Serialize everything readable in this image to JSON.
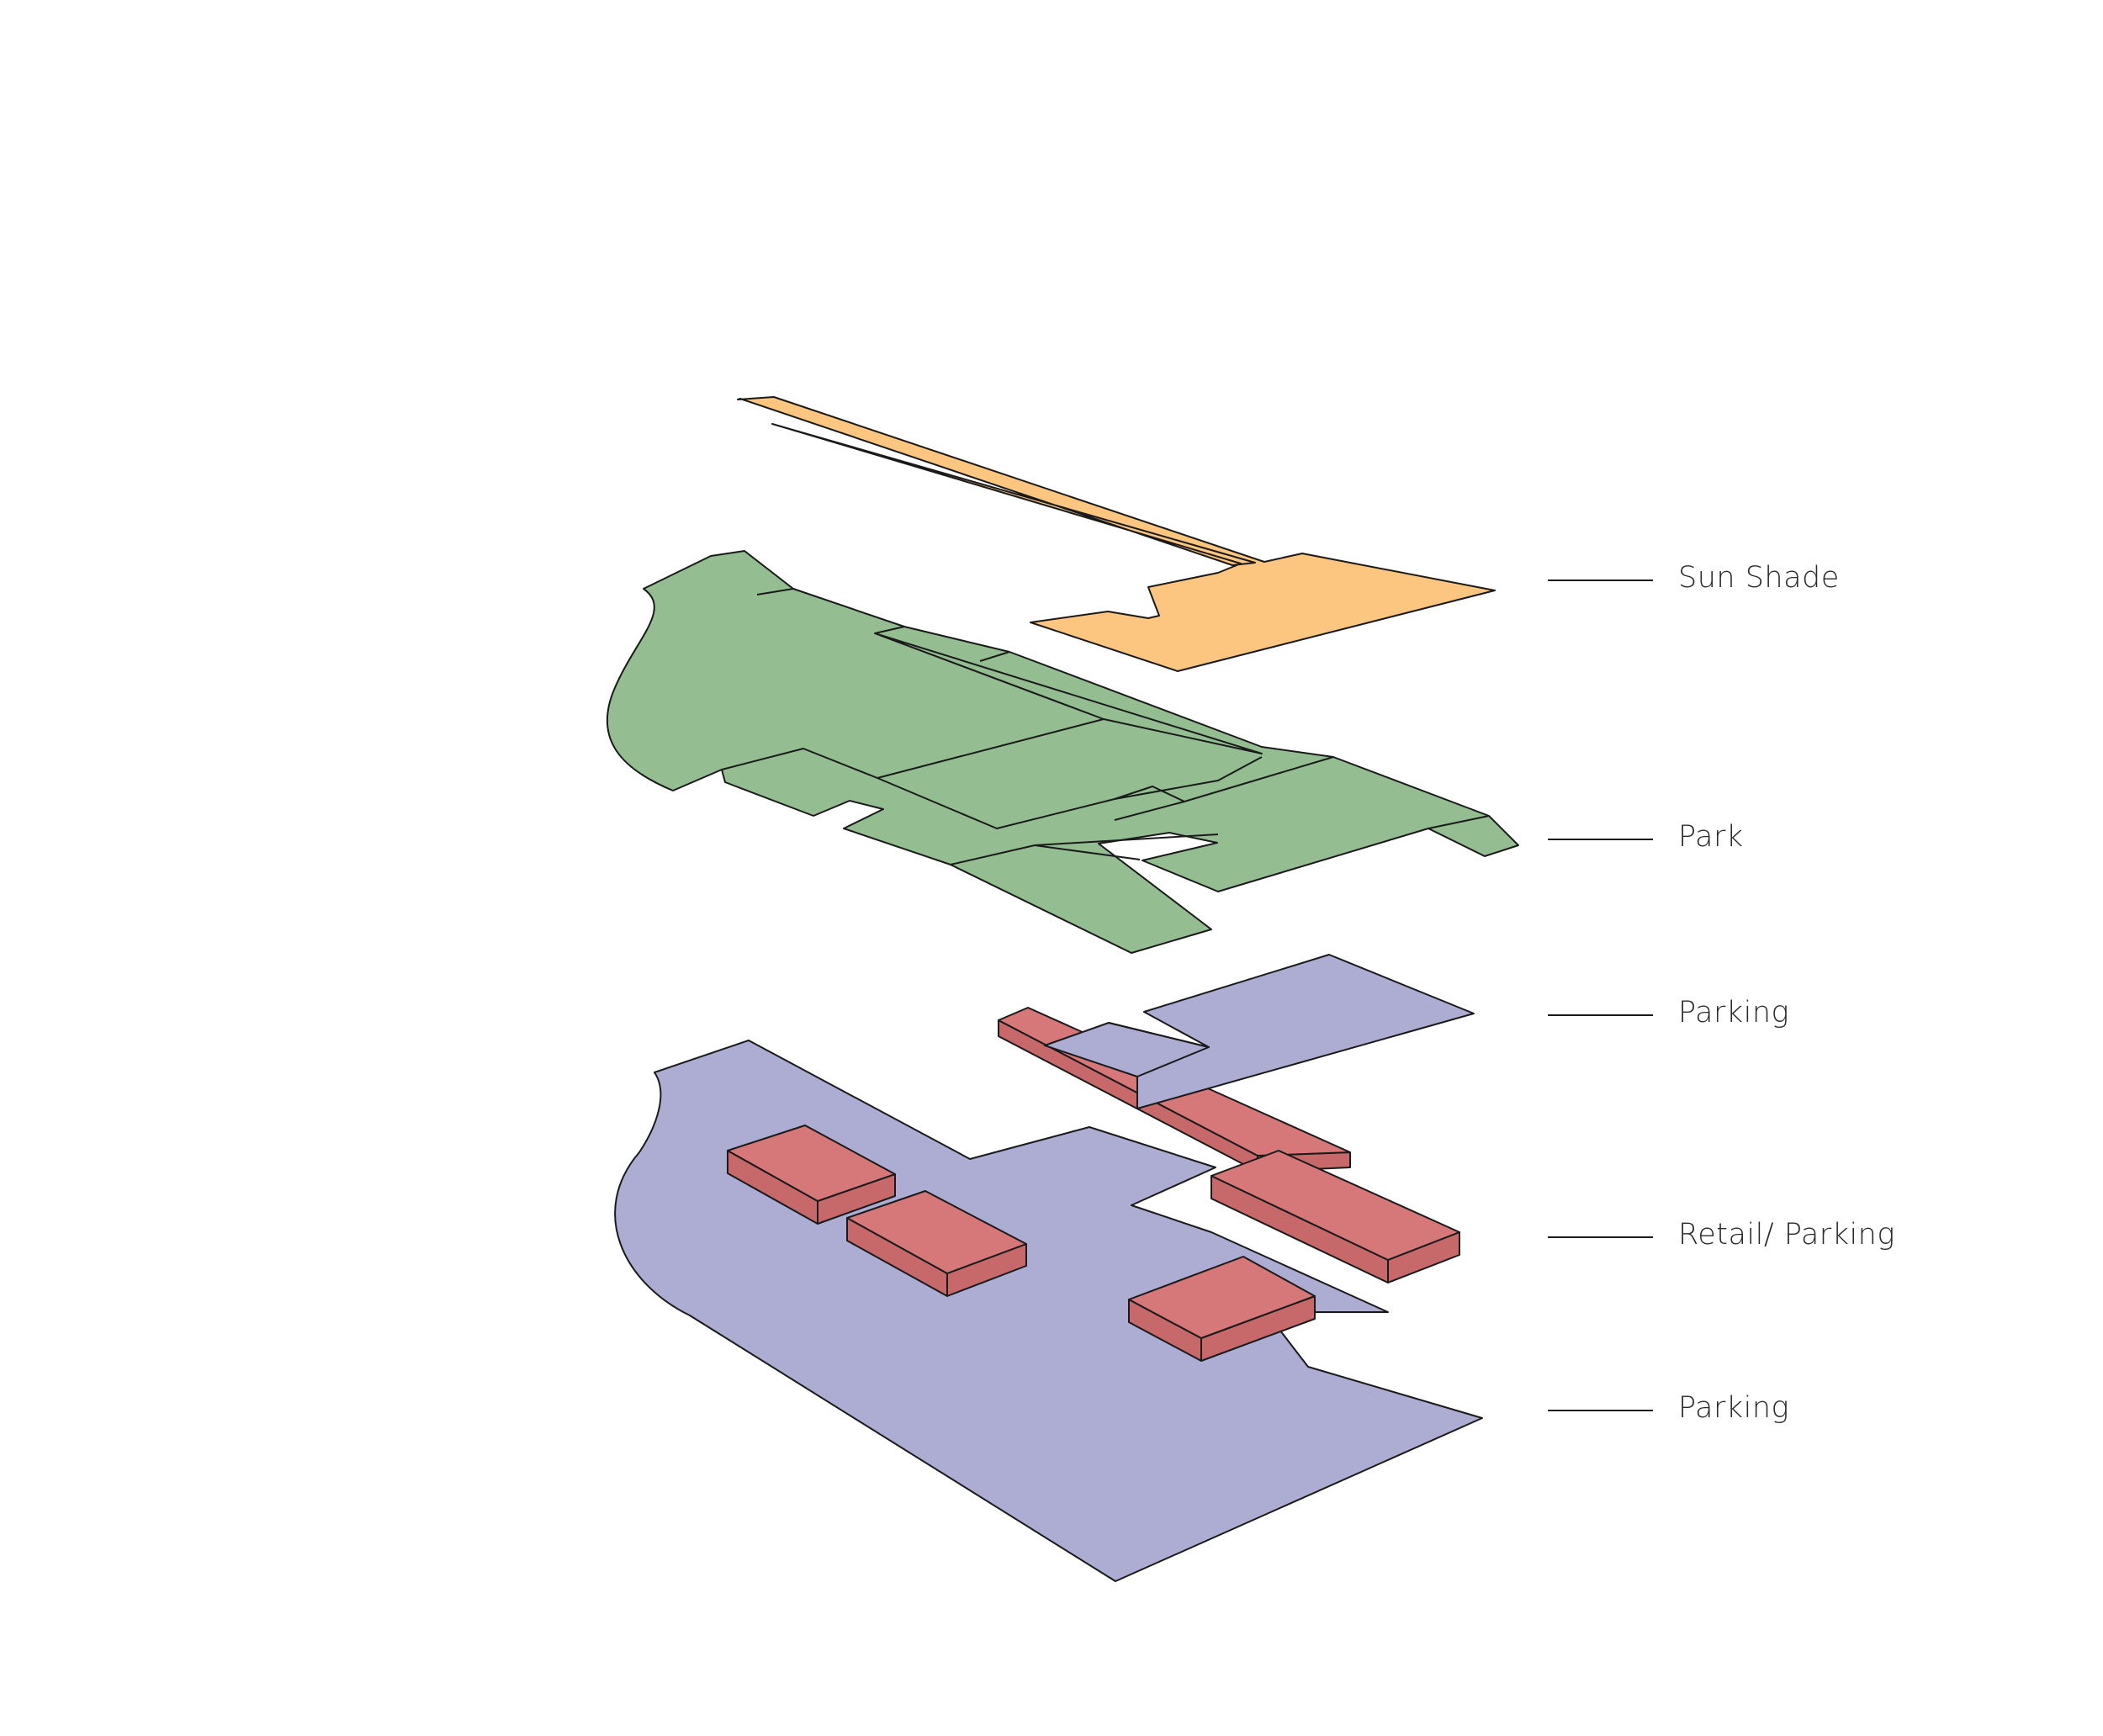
{
  "layers": [
    {
      "id": "sun-shade",
      "label": "Sun Shade",
      "color": "#FCC580"
    },
    {
      "id": "park",
      "label": "Park",
      "color": "#94BE92"
    },
    {
      "id": "parking-upper",
      "label": "Parking",
      "color": "#ADADD4"
    },
    {
      "id": "retail-parking",
      "label": "Retail/ Parking",
      "color": "#D6777A"
    },
    {
      "id": "parking-lower",
      "label": "Parking",
      "color": "#ADADD4"
    }
  ],
  "colors": {
    "retail_top": "#D6777A",
    "retail_side": "#C7686B",
    "outline": "#1a1a1a"
  }
}
